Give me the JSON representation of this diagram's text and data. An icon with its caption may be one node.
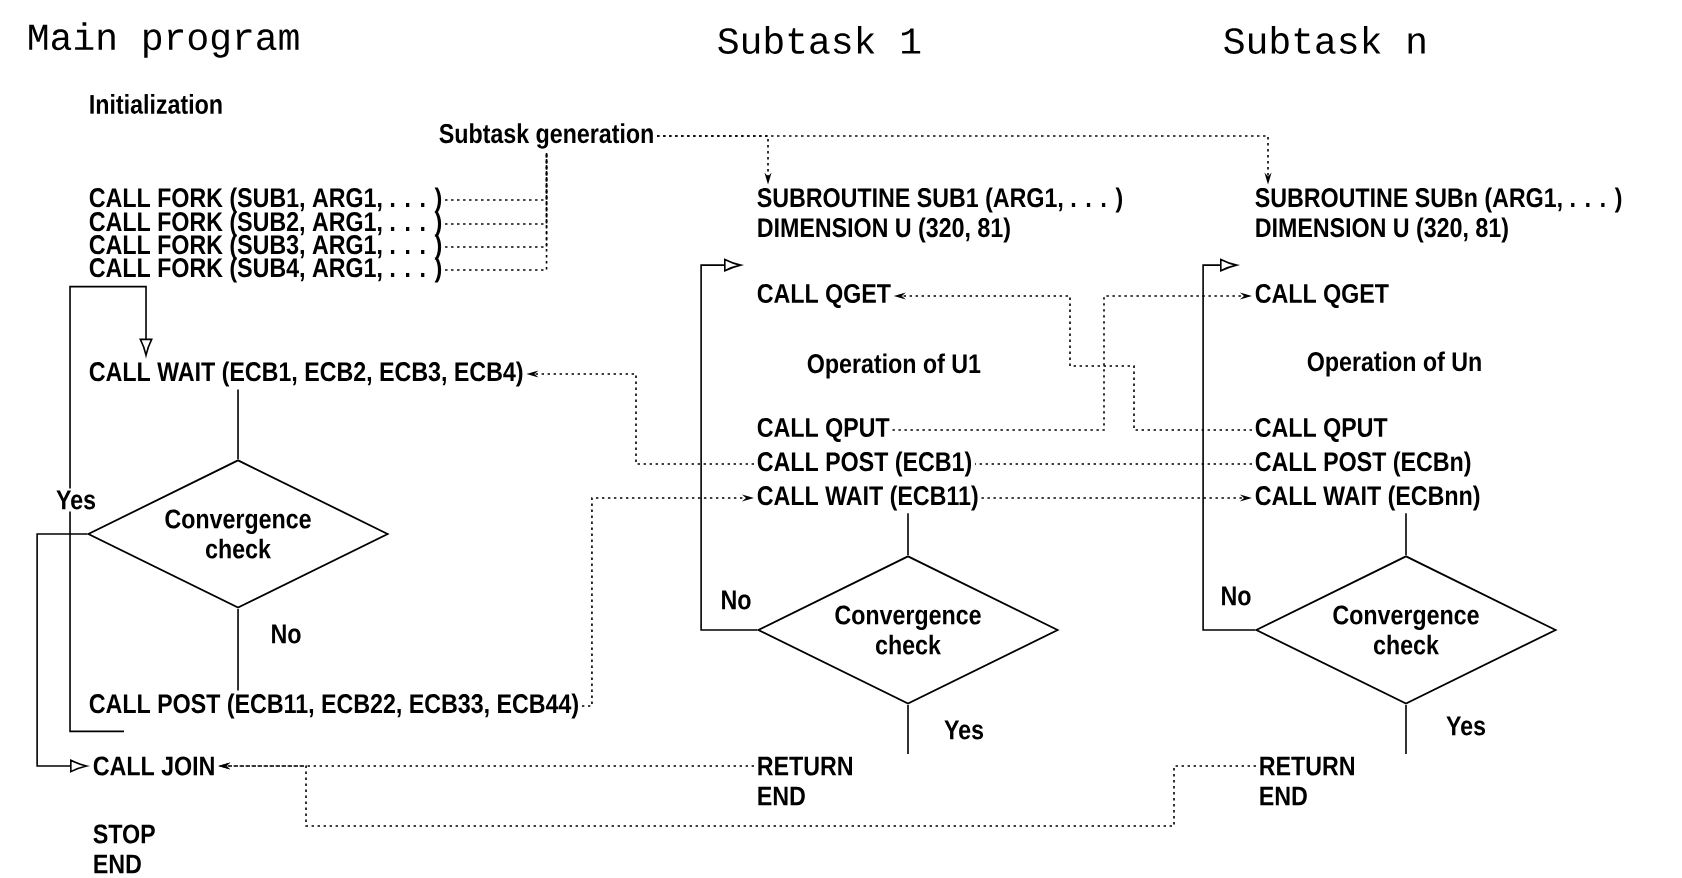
{
  "diagram": {
    "nodes": [
      {
        "text": [
          "Subtask generation"
        ]
      },
      {
        "text": [
          "CALL FORK (SUB1, ARG1, . . . )"
        ]
      },
      {
        "text": [
          "CALL FORK (SUB2, ARG1, . . . )"
        ]
      },
      {
        "text": [
          "CALL FORK (SUB3, ARG1, . . . )"
        ]
      },
      {
        "text": [
          "CALL FORK (SUB4, ARG1, . . . )"
        ]
      },
      {
        "text": [
          "CALL WAIT (ECB1, ECB2, ECB3, ECB4)"
        ]
      },
      {
        "text": [
          "Convergence check"
        ]
      },
      {
        "text": [
          "CALL POST (ECB11, ECB22, ECB33, ECB44)"
        ]
      },
      {
        "text": [
          "CALL JOIN"
        ]
      },
      {
        "text": [
          "SUBROUTINE SUB1 (ARG1, . . . )",
          "DIMENSION U (320, 81)"
        ]
      },
      {
        "text": [
          "CALL QGET"
        ]
      },
      {
        "text": [
          "CALL QPUT"
        ]
      },
      {
        "text": [
          "CALL POST (ECB1)"
        ]
      },
      {
        "text": [
          "CALL WAIT (ECB11)"
        ]
      },
      {
        "text": [
          "Convergence check"
        ]
      },
      {
        "text": [
          "RETURN",
          "END"
        ]
      },
      {
        "text": [
          "SUBROUTINE SUBn (ARG1, . . . )",
          "DIMENSION U (320, 81)"
        ]
      },
      {
        "text": [
          "CALL QGET"
        ]
      },
      {
        "text": [
          "CALL QPUT"
        ]
      },
      {
        "text": [
          "CALL POST (ECBn)"
        ]
      },
      {
        "text": [
          "CALL WAIT (ECBnn)"
        ]
      },
      {
        "text": [
          "Convergence check"
        ]
      },
      {
        "text": [
          "RETURN",
          "END"
        ]
      }
    ],
    "edges": [
      {
        "from": 0,
        "to": 1,
        "arrow": "none",
        "style": "dashed"
      },
      {
        "from": 0,
        "to": 2,
        "arrow": "none",
        "style": "dashed"
      },
      {
        "from": 0,
        "to": 3,
        "arrow": "none",
        "style": "dashed"
      },
      {
        "from": 0,
        "to": 4,
        "arrow": "none",
        "style": "dashed"
      },
      {
        "from": 0,
        "to": 9,
        "arrow": "to",
        "style": "dashed"
      },
      {
        "from": 0,
        "to": 16,
        "arrow": "to",
        "style": "dashed"
      },
      {
        "from": 5,
        "to": 6,
        "arrow": "none"
      },
      {
        "from": 6,
        "to": 7,
        "arrow": "none",
        "label": "No"
      },
      {
        "from": 6,
        "to": 8,
        "arrow": "to",
        "label": "Yes"
      },
      {
        "from": 7,
        "to": 5,
        "arrow": "to"
      },
      {
        "from": 12,
        "to": 5,
        "arrow": "to",
        "style": "dashed"
      },
      {
        "from": 7,
        "to": 13,
        "arrow": "to",
        "style": "dashed"
      },
      {
        "from": 13,
        "to": 20,
        "arrow": "to",
        "style": "dashed"
      },
      {
        "from": 19,
        "to": 12,
        "arrow": "none",
        "style": "dashed"
      },
      {
        "from": 18,
        "to": 10,
        "arrow": "to",
        "style": "dashed"
      },
      {
        "from": 11,
        "to": 17,
        "arrow": "to",
        "style": "dashed"
      },
      {
        "from": 13,
        "to": 14,
        "arrow": "none"
      },
      {
        "from": 14,
        "to": 10,
        "arrow": "to",
        "label": "No"
      },
      {
        "from": 14,
        "to": 15,
        "arrow": "none",
        "label": "Yes"
      },
      {
        "from": 20,
        "to": 21,
        "arrow": "none"
      },
      {
        "from": 21,
        "to": 17,
        "arrow": "to",
        "label": "No"
      },
      {
        "from": 21,
        "to": 22,
        "arrow": "none",
        "label": "Yes"
      },
      {
        "from": 15,
        "to": 8,
        "arrow": "to",
        "style": "dashed"
      },
      {
        "from": 22,
        "to": 8,
        "arrow": "to",
        "style": "dashed"
      }
    ],
    "labels": [
      "Main program",
      "Subtask 1",
      "Subtask n",
      "Initialization",
      "Operation of U1",
      "Operation of Un",
      "STOP",
      "END"
    ]
  }
}
